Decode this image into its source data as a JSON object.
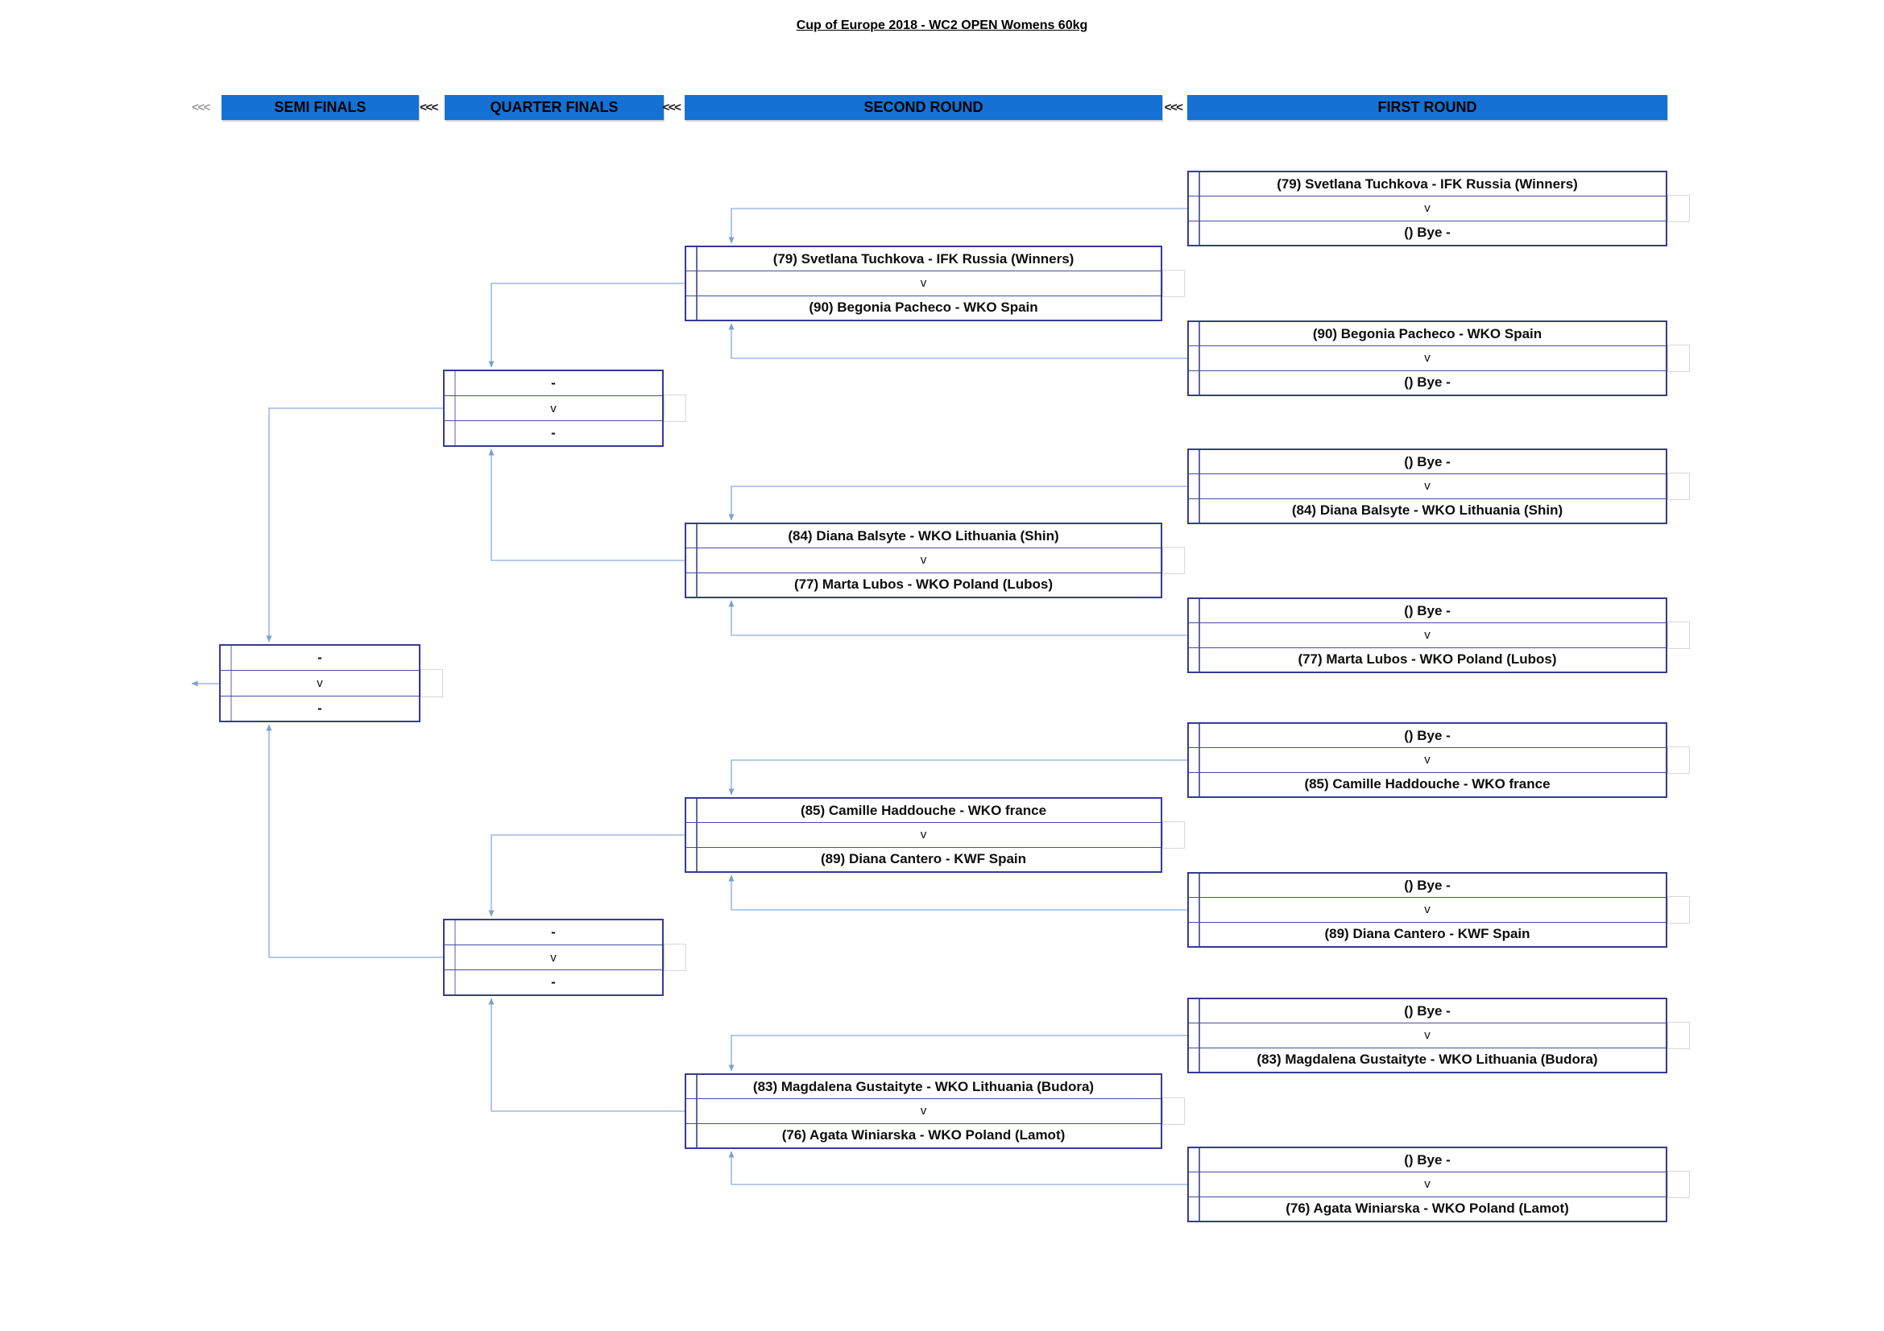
{
  "title": "Cup of Europe 2018 - WC2 OPEN Womens 60kg",
  "labels": {
    "vs": "v",
    "chevrons": "<<<",
    "empty_slot": "-"
  },
  "colors": {
    "header_bar_blue": "#1571d3",
    "box_border_navy": "#353b94",
    "connector_blue": "#9db9e4",
    "header_text": "#000000"
  },
  "rounds": [
    {
      "label": "SEMI FINALS"
    },
    {
      "label": "QUARTER FINALS"
    },
    {
      "label": "SECOND ROUND"
    },
    {
      "label": "FIRST ROUND"
    }
  ],
  "bracket": {
    "first_round": [
      {
        "top": "(79) Svetlana Tuchkova - IFK Russia (Winners)",
        "bottom": "() Bye -"
      },
      {
        "top": "(90) Begonia Pacheco - WKO Spain",
        "bottom": "() Bye -"
      },
      {
        "top": "() Bye -",
        "bottom": "(84) Diana Balsyte - WKO Lithuania (Shin)"
      },
      {
        "top": "() Bye -",
        "bottom": "(77) Marta Lubos - WKO Poland (Lubos)"
      },
      {
        "top": "() Bye -",
        "bottom": "(85) Camille Haddouche - WKO france"
      },
      {
        "top": "() Bye -",
        "bottom": "(89) Diana Cantero - KWF Spain"
      },
      {
        "top": "() Bye -",
        "bottom": "(83) Magdalena Gustaityte - WKO Lithuania (Budora)"
      },
      {
        "top": "() Bye -",
        "bottom": "(76) Agata Winiarska - WKO Poland (Lamot)"
      }
    ],
    "second_round": [
      {
        "top": "(79) Svetlana Tuchkova - IFK Russia (Winners)",
        "bottom": "(90) Begonia Pacheco - WKO Spain"
      },
      {
        "top": "(84) Diana Balsyte - WKO Lithuania (Shin)",
        "bottom": "(77) Marta Lubos - WKO Poland (Lubos)"
      },
      {
        "top": "(85) Camille Haddouche - WKO france",
        "bottom": "(89) Diana Cantero - KWF Spain"
      },
      {
        "top": "(83) Magdalena Gustaityte - WKO Lithuania (Budora)",
        "bottom": "(76) Agata Winiarska - WKO Poland (Lamot)"
      }
    ],
    "quarter_finals": [
      {
        "top": "-",
        "bottom": "-"
      },
      {
        "top": "-",
        "bottom": "-"
      }
    ],
    "semi_finals": [
      {
        "top": "-",
        "bottom": "-"
      }
    ]
  }
}
